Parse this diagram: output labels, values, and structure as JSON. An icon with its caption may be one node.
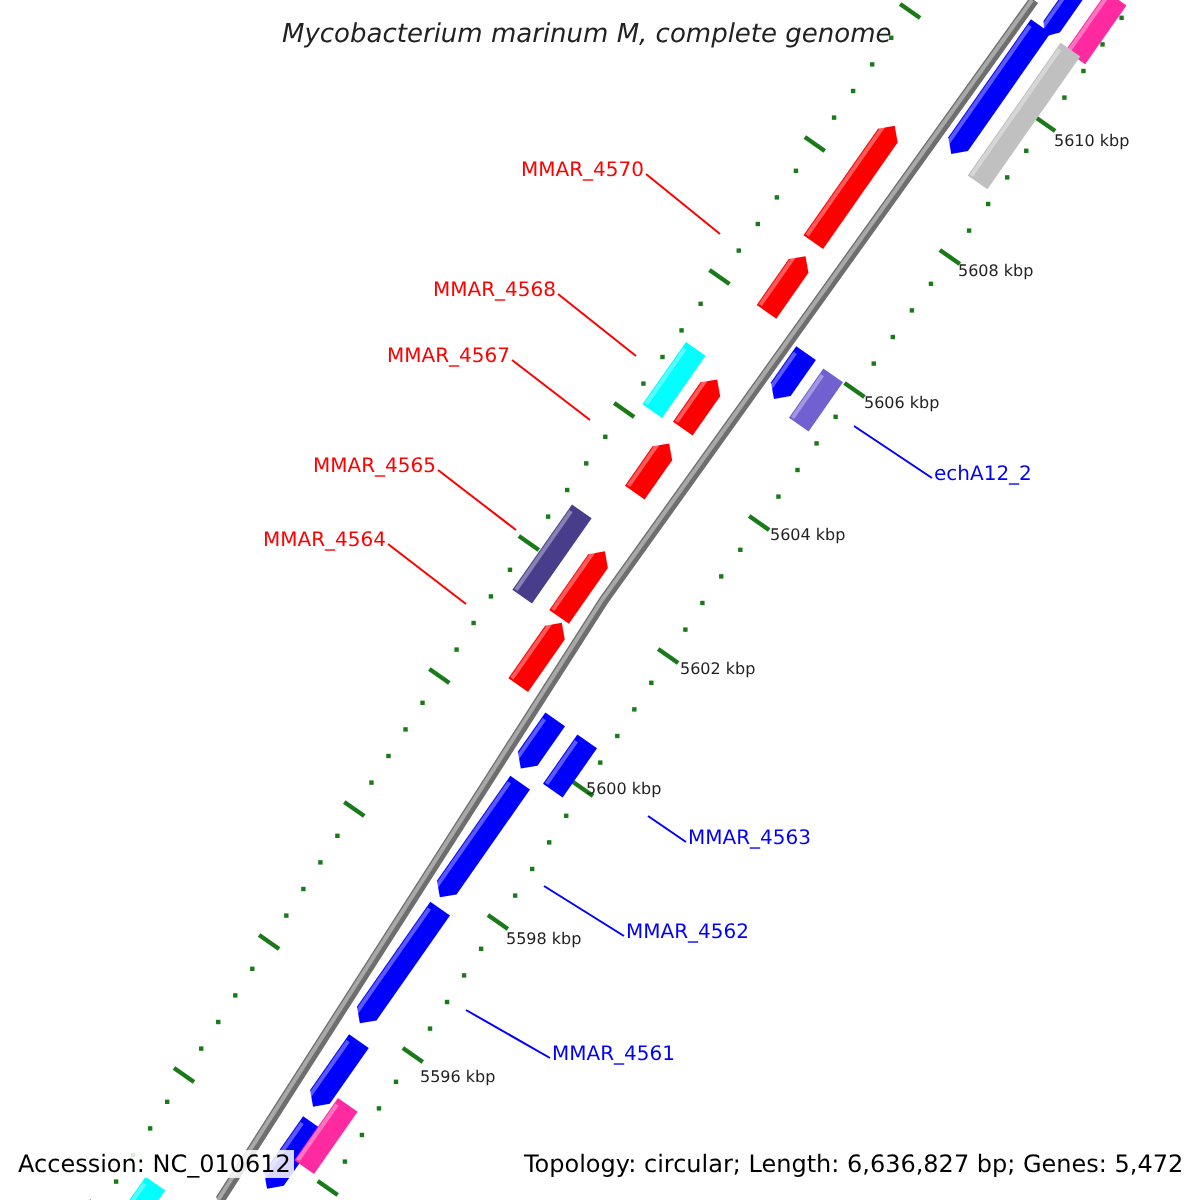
{
  "diagram": {
    "title": "Mycobacterium marinum M, complete genome",
    "nodes": [
      {
        "text": [
          "MMAR_4570"
        ]
      },
      {
        "text": [
          "MMAR_4568"
        ]
      },
      {
        "text": [
          "MMAR_4567"
        ]
      },
      {
        "text": [
          "MMAR_4565"
        ]
      },
      {
        "text": [
          "echA12_2"
        ]
      },
      {
        "text": [
          "MMAR_4564"
        ]
      },
      {
        "text": [
          "MMAR_4563"
        ]
      },
      {
        "text": [
          "MMAR_4562"
        ]
      },
      {
        "text": [
          "MMAR_4561"
        ]
      }
    ],
    "edges": [
      {
        "from": 0,
        "to": null,
        "arrow": "none"
      },
      {
        "from": 1,
        "to": null,
        "arrow": "none"
      },
      {
        "from": 2,
        "to": null,
        "arrow": "none"
      },
      {
        "from": 3,
        "to": null,
        "arrow": "none"
      },
      {
        "from": 4,
        "to": null,
        "arrow": "none",
        "color": "#0000ff"
      },
      {
        "from": 5,
        "to": null,
        "arrow": "none"
      },
      {
        "from": 6,
        "to": null,
        "arrow": "none",
        "color": "#0000ff"
      },
      {
        "from": 7,
        "to": null,
        "arrow": "none",
        "color": "#0000ff"
      },
      {
        "from": 8,
        "to": null,
        "arrow": "none",
        "color": "#0000ff"
      }
    ],
    "labels": [
      "5610 kbp",
      "5608 kbp",
      "5606 kbp",
      "5604 kbp",
      "5602 kbp",
      "5600 kbp",
      "5598 kbp",
      "5596 kbp",
      "Accession: NC_010612",
      "Topology: circular; Length: 6,636,827 bp; Genes: 5,472"
    ]
  }
}
